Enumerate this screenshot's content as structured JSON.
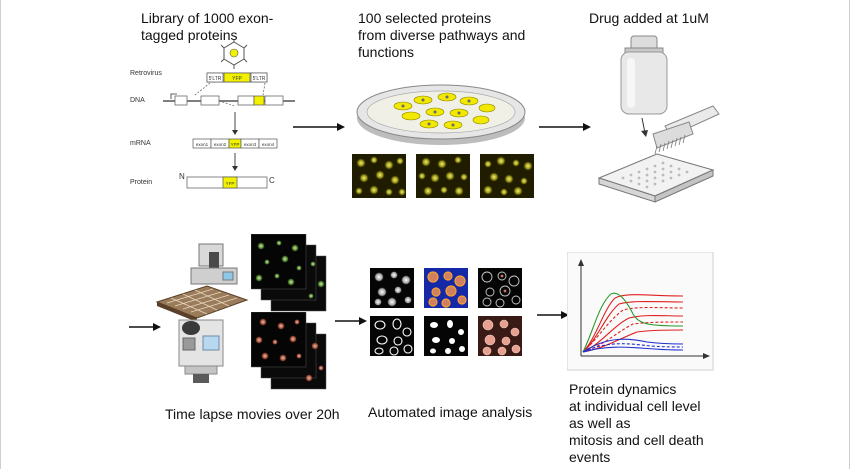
{
  "step1": {
    "title_line1": "Library of 1000 exon-",
    "title_line2": "tagged  proteins",
    "row_retrovirus": "Retrovirus",
    "row_dna": "DNA",
    "row_mrna": "mRNA",
    "row_protein": "Protein",
    "ltr_left": "5'LTR",
    "ltr_right": "5'LTR",
    "yfp": "YFP",
    "exons": [
      "exon1",
      "exon2",
      "exon3",
      "exon4"
    ],
    "n_term": "N",
    "c_term": "C"
  },
  "step2": {
    "title_line1": "100 selected proteins",
    "title_line2": "from diverse pathways and",
    "title_line3": "functions"
  },
  "step3": {
    "title": "Drug added at 1uM"
  },
  "step4": {
    "title": "Time lapse movies over 20h"
  },
  "step5": {
    "title": "Automated image analysis"
  },
  "step6": {
    "line1": "Protein dynamics",
    "line2": "at individual cell level",
    "line3": "as well as",
    "line4": "mitosis and cell death",
    "line5": "events"
  },
  "colors": {
    "yfp": "#f2f200",
    "micro_bg": "#1e1a00",
    "blue_panel": "#1428a8",
    "red_series": "#e02020",
    "blue_series": "#2030d0",
    "green_series": "#2a9a2a"
  }
}
